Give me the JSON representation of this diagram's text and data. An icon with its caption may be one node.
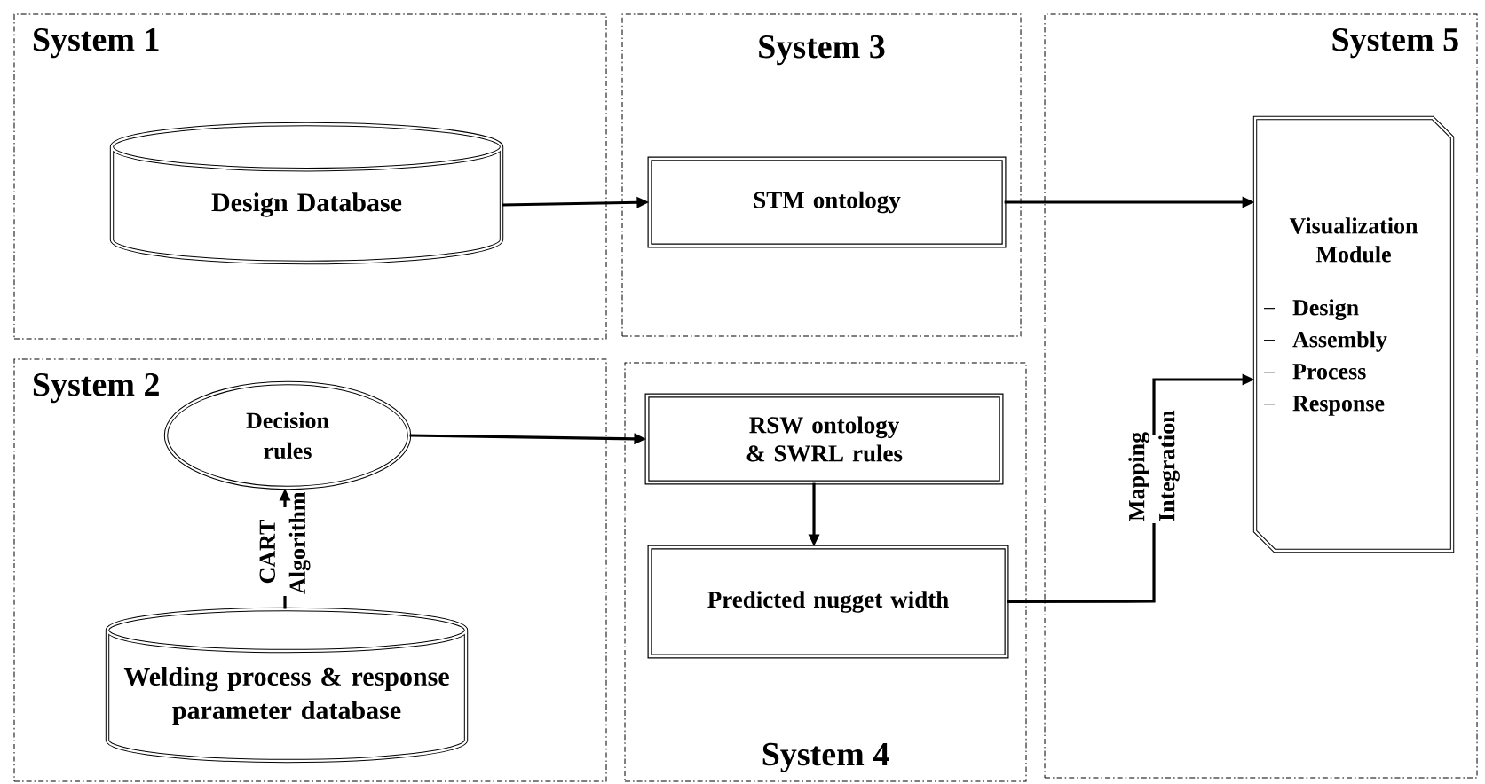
{
  "diagram": {
    "nodes": [
      {
        "text": [
          "System 1"
        ]
      },
      {
        "text": [
          "Design Database"
        ],
        "in": 0
      },
      {
        "text": [
          "System 3"
        ]
      },
      {
        "text": [
          "STM ontology"
        ],
        "in": 2
      },
      {
        "text": [
          "System 5"
        ]
      },
      {
        "text": [
          "Visualization Module",
          "Design",
          "Assembly",
          "Process",
          "Response"
        ],
        "in": 4
      },
      {
        "text": [
          "System 2"
        ]
      },
      {
        "text": [
          "Decision rules"
        ],
        "in": 6
      },
      {
        "text": [
          "Welding process & response parameter database"
        ],
        "in": 6
      },
      {
        "text": [
          "System 4"
        ]
      },
      {
        "text": [
          "RSW ontology & SWRL rules"
        ],
        "in": 9
      },
      {
        "text": [
          "Predicted nugget width"
        ],
        "in": 9
      }
    ],
    "edges": [
      {
        "from": 1,
        "to": 3,
        "arrow": "to"
      },
      {
        "from": 3,
        "to": 5,
        "arrow": "to"
      },
      {
        "from": 7,
        "to": 10,
        "arrow": "to"
      },
      {
        "from": 8,
        "to": 7,
        "arrow": "to",
        "label": "CART Algorithm"
      },
      {
        "from": 10,
        "to": 11,
        "arrow": "to"
      },
      {
        "from": 11,
        "to": 5,
        "arrow": "to",
        "label": "Mapping Integration"
      }
    ]
  }
}
